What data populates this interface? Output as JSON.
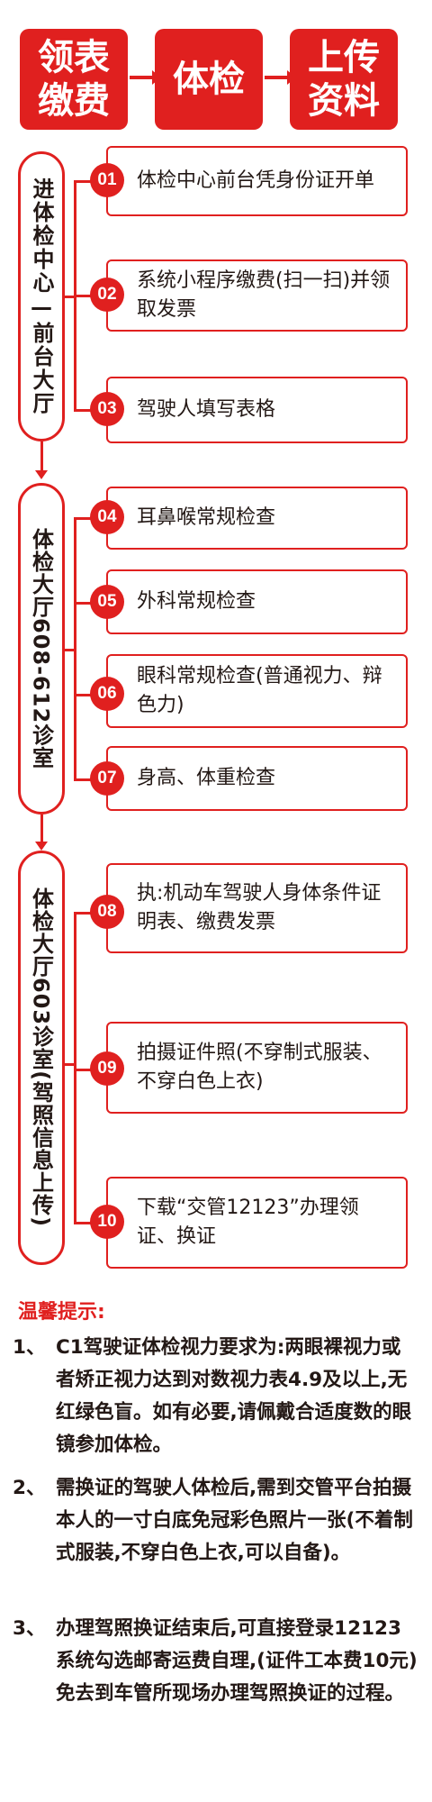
{
  "flow": [
    {
      "line1": "领表",
      "line2": "缴费"
    },
    {
      "line1": "体检",
      "line2": ""
    },
    {
      "line1": "上传",
      "line2": "资料"
    }
  ],
  "sections": [
    {
      "label": "进体检中心—前台大厅"
    },
    {
      "label": "体检大厅608-612诊室"
    },
    {
      "label": "体检大厅603诊室(驾照信息上传)"
    }
  ],
  "steps": [
    {
      "num": "01",
      "text": "体检中心前台凭身份证开单"
    },
    {
      "num": "02",
      "text": "系统小程序缴费(扫一扫)并领取发票"
    },
    {
      "num": "03",
      "text": "驾驶人填写表格"
    },
    {
      "num": "04",
      "text": "耳鼻喉常规检查"
    },
    {
      "num": "05",
      "text": "外科常规检查"
    },
    {
      "num": "06",
      "text": "眼科常规检查(普通视力、辩色力)"
    },
    {
      "num": "07",
      "text": "身高、体重检查"
    },
    {
      "num": "08",
      "text": "执:机动车驾驶人身体条件证明表、缴费发票"
    },
    {
      "num": "09",
      "text": "拍摄证件照(不穿制式服装、不穿白色上衣)"
    },
    {
      "num": "10",
      "text": "下载“交管12123”办理领证、换证"
    }
  ],
  "tips": {
    "title": "温馨提示:",
    "items": [
      {
        "num": "1、",
        "text": "C1驾驶证体检视力要求为:两眼裸视力或者矫正视力达到对数视力表4.9及以上,无红绿色盲。如有必要,请佩戴合适度数的眼镜参加体检。"
      },
      {
        "num": "2、",
        "text": "需换证的驾驶人体检后,需到交管平台拍摄本人的一寸白底免冠彩色照片一张(不着制式服装,不穿白色上衣,可以自备)。"
      },
      {
        "num": "3、",
        "text": "办理驾照换证结束后,可直接登录12123系统勾选邮寄运费自理,(证件工本费10元)免去到车管所现场办理驾照换证的过程。"
      }
    ]
  }
}
